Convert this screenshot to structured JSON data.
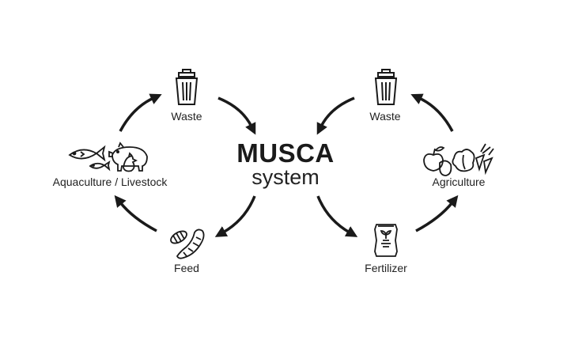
{
  "center": {
    "title": "MUSCA",
    "subtitle": "system"
  },
  "nodes": {
    "waste_left": {
      "label": "Waste",
      "icon": "trash-bin-icon"
    },
    "aquaculture_livestock": {
      "label": "Aquaculture / Livestock",
      "icon": "fish-pig-chicken-icon"
    },
    "feed": {
      "label": "Feed",
      "icon": "larvae-icon"
    },
    "waste_right": {
      "label": "Waste",
      "icon": "trash-bin-icon"
    },
    "agriculture": {
      "label": "Agriculture",
      "icon": "fruits-vegetables-icon"
    },
    "fertilizer": {
      "label": "Fertilizer",
      "icon": "fertilizer-bag-icon"
    }
  },
  "colors": {
    "ink": "#1a1a1a",
    "background": "#ffffff"
  }
}
